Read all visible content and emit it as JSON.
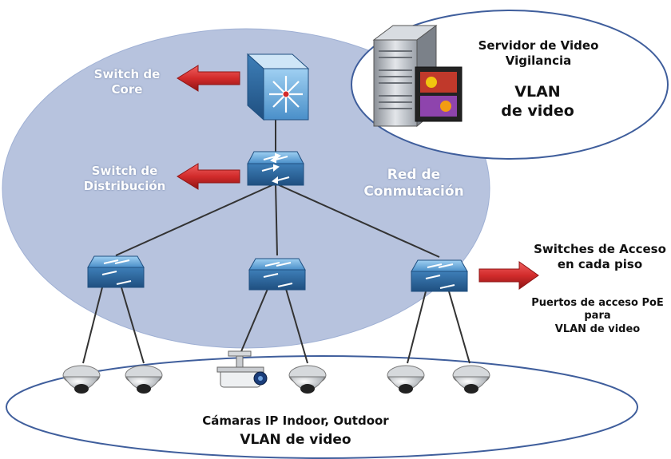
{
  "labels": {
    "core_switch": [
      "Switch de",
      "Core"
    ],
    "distribution_switch": [
      "Switch de",
      "Distribución"
    ],
    "switching_network": [
      "Red de",
      "Conmutación"
    ],
    "video_server": [
      "Servidor de Video",
      "Vigilancia"
    ],
    "server_vlan": [
      "VLAN",
      "de video"
    ],
    "access_switches": [
      "Switches de Acceso",
      "en cada piso"
    ],
    "poe_ports": [
      "Puertos de acceso PoE",
      "para",
      "VLAN de video"
    ],
    "cameras": "Cámaras IP Indoor, Outdoor",
    "cameras_vlan": "VLAN de video"
  },
  "colors": {
    "network_ellipse": "#b7c3de",
    "switch_blue": "#4a8fc9",
    "arrow_red": "#d22b2b",
    "outline": "#3f5e9c"
  },
  "icons": [
    "core-switch-icon",
    "distribution-switch-icon",
    "access-switch-icon",
    "server-icon",
    "dome-camera-icon",
    "bullet-camera-icon",
    "arrow-left-icon",
    "arrow-right-icon"
  ]
}
